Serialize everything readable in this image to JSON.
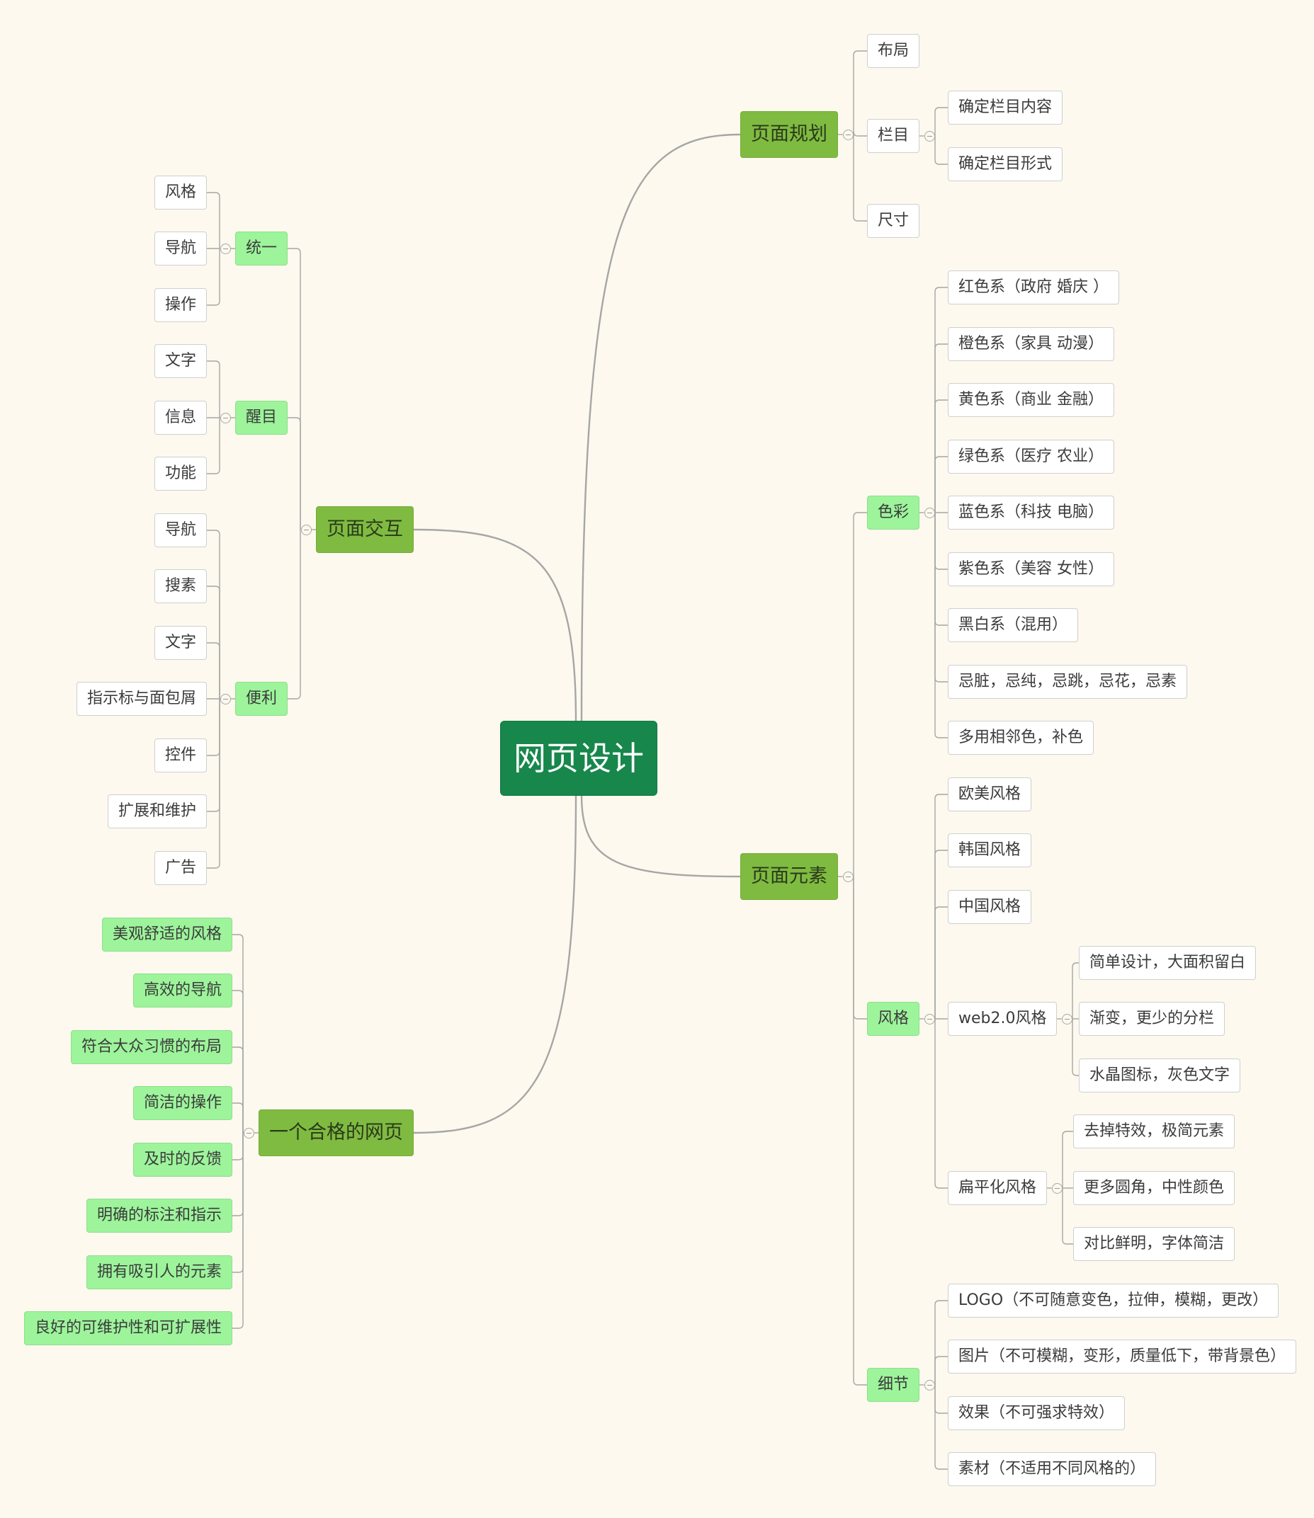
{
  "root": "网页设计",
  "branches": {
    "plan": {
      "label": "页面规划",
      "layout": "布局",
      "column": {
        "label": "栏目",
        "items": [
          "确定栏目内容",
          "确定栏目形式"
        ]
      },
      "size": "尺寸"
    },
    "element": {
      "label": "页面元素",
      "color": {
        "label": "色彩",
        "items": [
          "红色系（政府 婚庆 ）",
          "橙色系（家具 动漫）",
          "黄色系（商业 金融）",
          "绿色系（医疗 农业）",
          "蓝色系（科技 电脑）",
          "紫色系（美容 女性）",
          "黑白系（混用）",
          "忌脏，忌纯，忌跳，忌花，忌素",
          "多用相邻色，补色"
        ]
      },
      "style": {
        "label": "风格",
        "items": [
          "欧美风格",
          "韩国风格",
          "中国风格"
        ],
        "web2": {
          "label": "web2.0风格",
          "items": [
            "简单设计，大面积留白",
            "渐变，更少的分栏",
            "水晶图标，灰色文字"
          ]
        },
        "flat": {
          "label": "扁平化风格",
          "items": [
            "去掉特效，极简元素",
            "更多圆角，中性颜色",
            "对比鲜明，字体简洁"
          ]
        }
      },
      "detail": {
        "label": "细节",
        "items": [
          "LOGO（不可随意变色，拉伸，模糊，更改）",
          "图片（不可模糊，变形，质量低下，带背景色）",
          "效果（不可强求特效）",
          "素材（不适用不同风格的）"
        ]
      }
    },
    "interact": {
      "label": "页面交互",
      "unify": {
        "label": "统一",
        "items": [
          "风格",
          "导航",
          "操作"
        ]
      },
      "eye": {
        "label": "醒目",
        "items": [
          "文字",
          "信息",
          "功能"
        ]
      },
      "conv": {
        "label": "便利",
        "items": [
          "导航",
          "搜素",
          "文字",
          "指示标与面包屑",
          "控件",
          "扩展和维护",
          "广告"
        ]
      }
    },
    "good": {
      "label": "一个合格的网页",
      "items": [
        "美观舒适的风格",
        "高效的导航",
        "符合大众习惯的布局",
        "简洁的操作",
        "及时的反馈",
        "明确的标注和指示",
        "拥有吸引人的元素",
        "良好的可维护性和可扩展性"
      ]
    }
  },
  "colors": {
    "root": "#17874c",
    "main": "#7fbb41",
    "sub": "#9df49b",
    "leaf": "#ffffff",
    "background": "#fdf9ee",
    "line": "#a6a6a6"
  }
}
